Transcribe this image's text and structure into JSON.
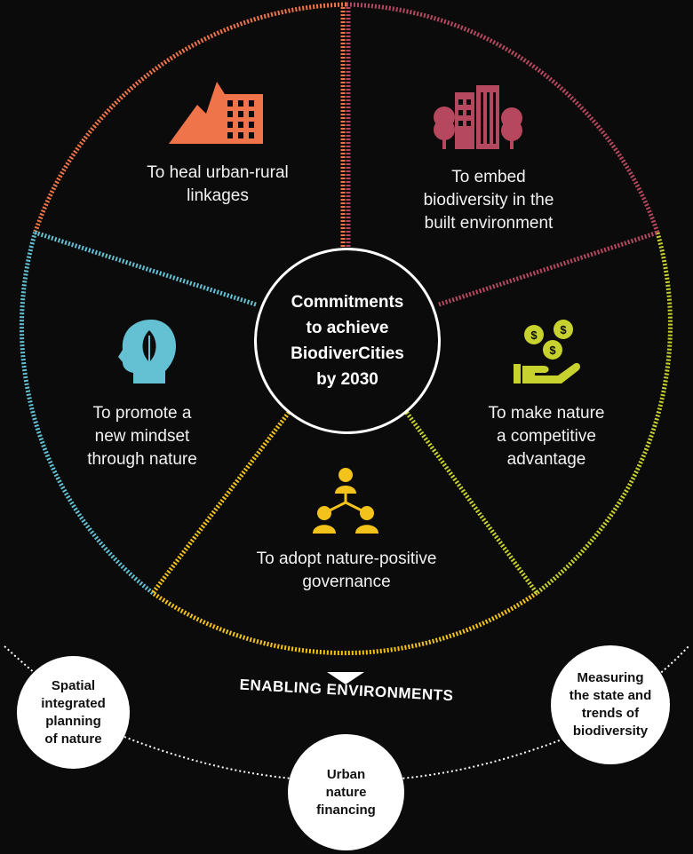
{
  "colors": {
    "orange": "#f0744a",
    "maroon": "#b5485e",
    "yellow_green": "#c8d22e",
    "yellow": "#f3c31c",
    "blue": "#63c1d3",
    "background": "#0b0b0b",
    "white": "#ffffff"
  },
  "center": {
    "lines": [
      "Commitments",
      "to achieve",
      "BiodiverCities",
      "by 2030"
    ]
  },
  "segments": [
    {
      "icon": "mountain-building-icon",
      "color": "#f0744a",
      "lines": [
        "To heal urban-rural",
        "linkages"
      ]
    },
    {
      "icon": "buildings-trees-icon",
      "color": "#b5485e",
      "lines": [
        "To embed",
        "biodiversity in the",
        "built environment"
      ]
    },
    {
      "icon": "hand-coins-icon",
      "color": "#c8d22e",
      "lines": [
        "To make nature",
        "a competitive",
        "advantage"
      ]
    },
    {
      "icon": "governance-network-icon",
      "color": "#f3c31c",
      "lines": [
        "To adopt nature-positive",
        "governance"
      ]
    },
    {
      "icon": "head-leaf-icon",
      "color": "#63c1d3",
      "lines": [
        "To promote a",
        "new mindset",
        "through nature"
      ]
    }
  ],
  "enabling": {
    "title": "ENABLING ENVIRONMENTS",
    "items": [
      {
        "lines": [
          "Spatial",
          "integrated",
          "planning",
          "of nature"
        ]
      },
      {
        "lines": [
          "Urban",
          "nature",
          "financing"
        ]
      },
      {
        "lines": [
          "Measuring",
          "the state and",
          "trends of",
          "biodiversity"
        ]
      }
    ]
  }
}
